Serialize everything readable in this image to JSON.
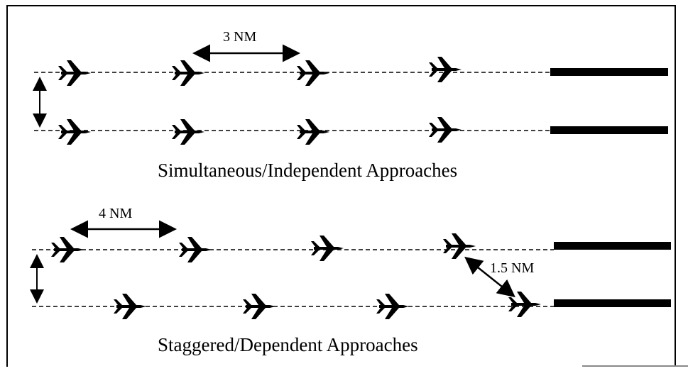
{
  "diagrams": [
    {
      "caption": "Simultaneous/Independent Approaches",
      "spacing_label": "3 NM"
    },
    {
      "caption": "Staggered/Dependent Approaches",
      "spacing_label": "4 NM",
      "diagonal_label": "1.5 NM"
    }
  ],
  "colors": {
    "ink": "#000000",
    "background": "#ffffff"
  },
  "icons": [
    "airplane-icon",
    "runway-bar",
    "double-arrow-icon",
    "dashed-approach-path"
  ]
}
